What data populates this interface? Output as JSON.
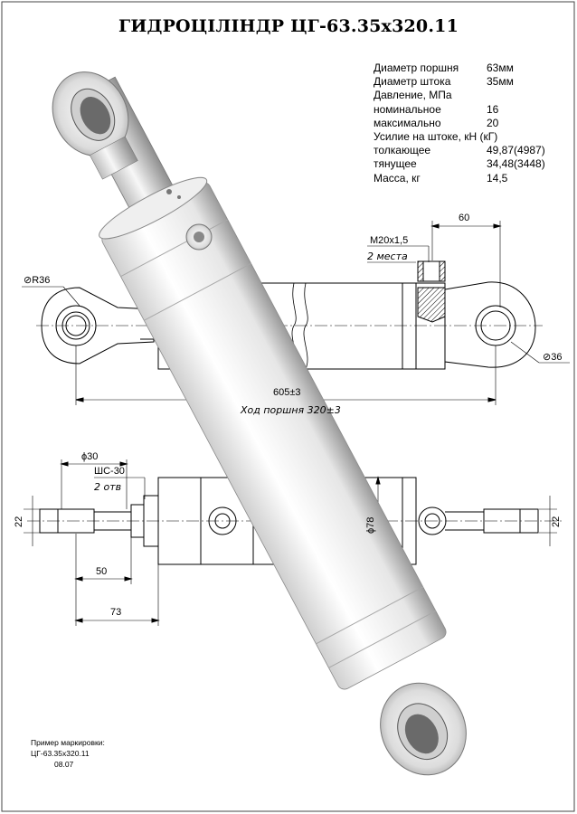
{
  "title": "ГИДРОЦІЛІНДР ЦГ-63.35х320.11",
  "specs": [
    {
      "label": "Диаметр поршня",
      "value": "63мм"
    },
    {
      "label": "Диаметр штока",
      "value": "35мм"
    },
    {
      "label": "Давление, МПа",
      "value": ""
    },
    {
      "label": "номинальное",
      "value": "16"
    },
    {
      "label": "максимально",
      "value": "20"
    },
    {
      "label": "Усилие на штоке, кН (кГ)",
      "value": ""
    },
    {
      "label": "толкающее",
      "value": "49,87(4987)"
    },
    {
      "label": "тянущее",
      "value": "34,48(3448)"
    },
    {
      "label": "Масса, кг",
      "value": "14,5"
    }
  ],
  "dimensions": {
    "d60": "60",
    "thread": "M20x1,5",
    "thread_count": "2 места",
    "radius_left": "R36",
    "dia_right": "36",
    "total_length": "605±3",
    "stroke": "Ход поршня 320±3",
    "dia30": "30",
    "bushing": "ШС-30",
    "bushing_count": "2 отв",
    "h22_left": "22",
    "h22_right": "22",
    "d50": "50",
    "d73": "73",
    "dia78": "78"
  },
  "marking": {
    "heading": "Пример маркировки:",
    "code": "ЦГ-63.35х320.11",
    "date": "08.07"
  }
}
